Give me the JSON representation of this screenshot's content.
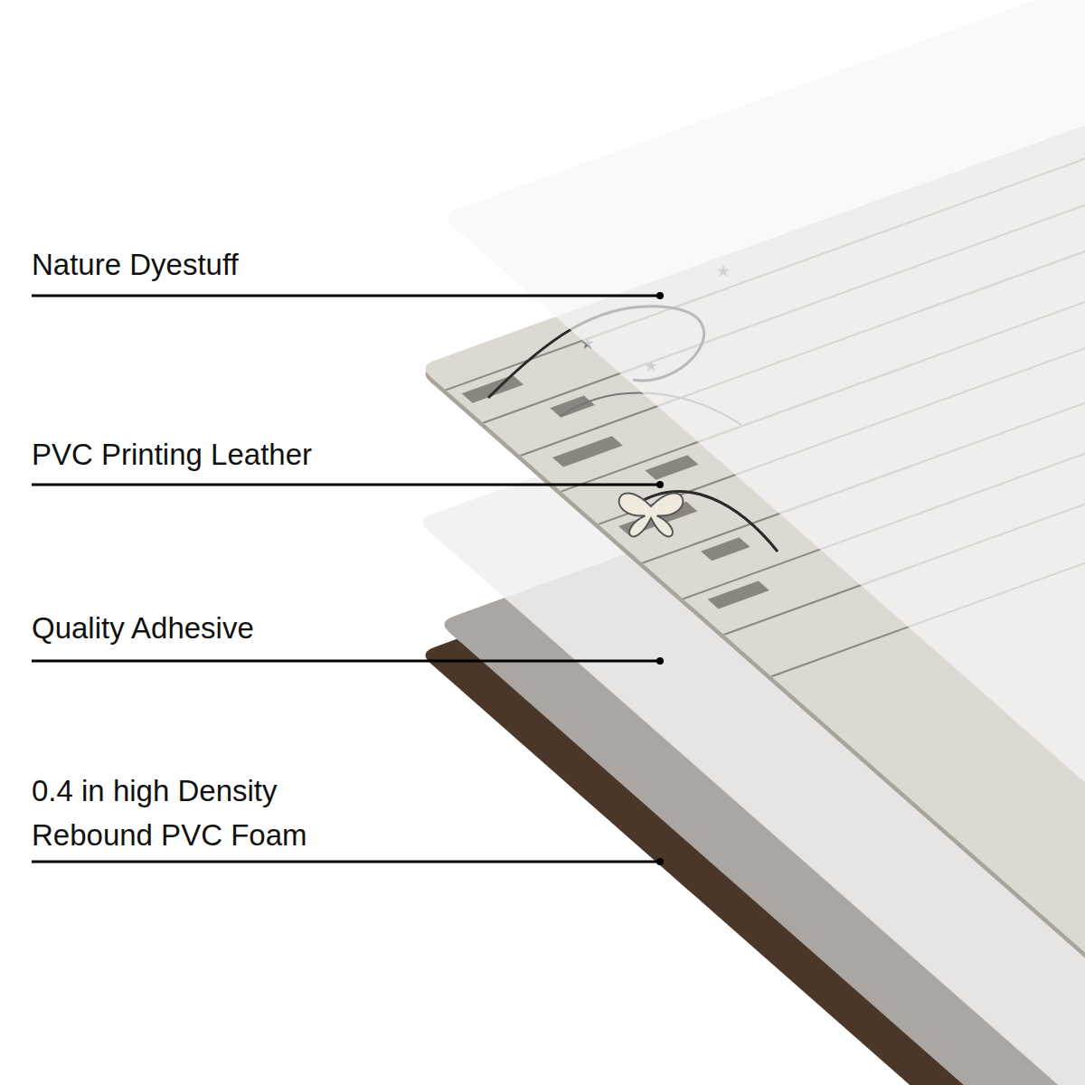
{
  "diagram": {
    "labels": [
      "Nature Dyestuff",
      "PVC Printing Leather",
      "Quality Adhesive",
      "0.4 in high Density Rebound PVC Foam"
    ]
  }
}
